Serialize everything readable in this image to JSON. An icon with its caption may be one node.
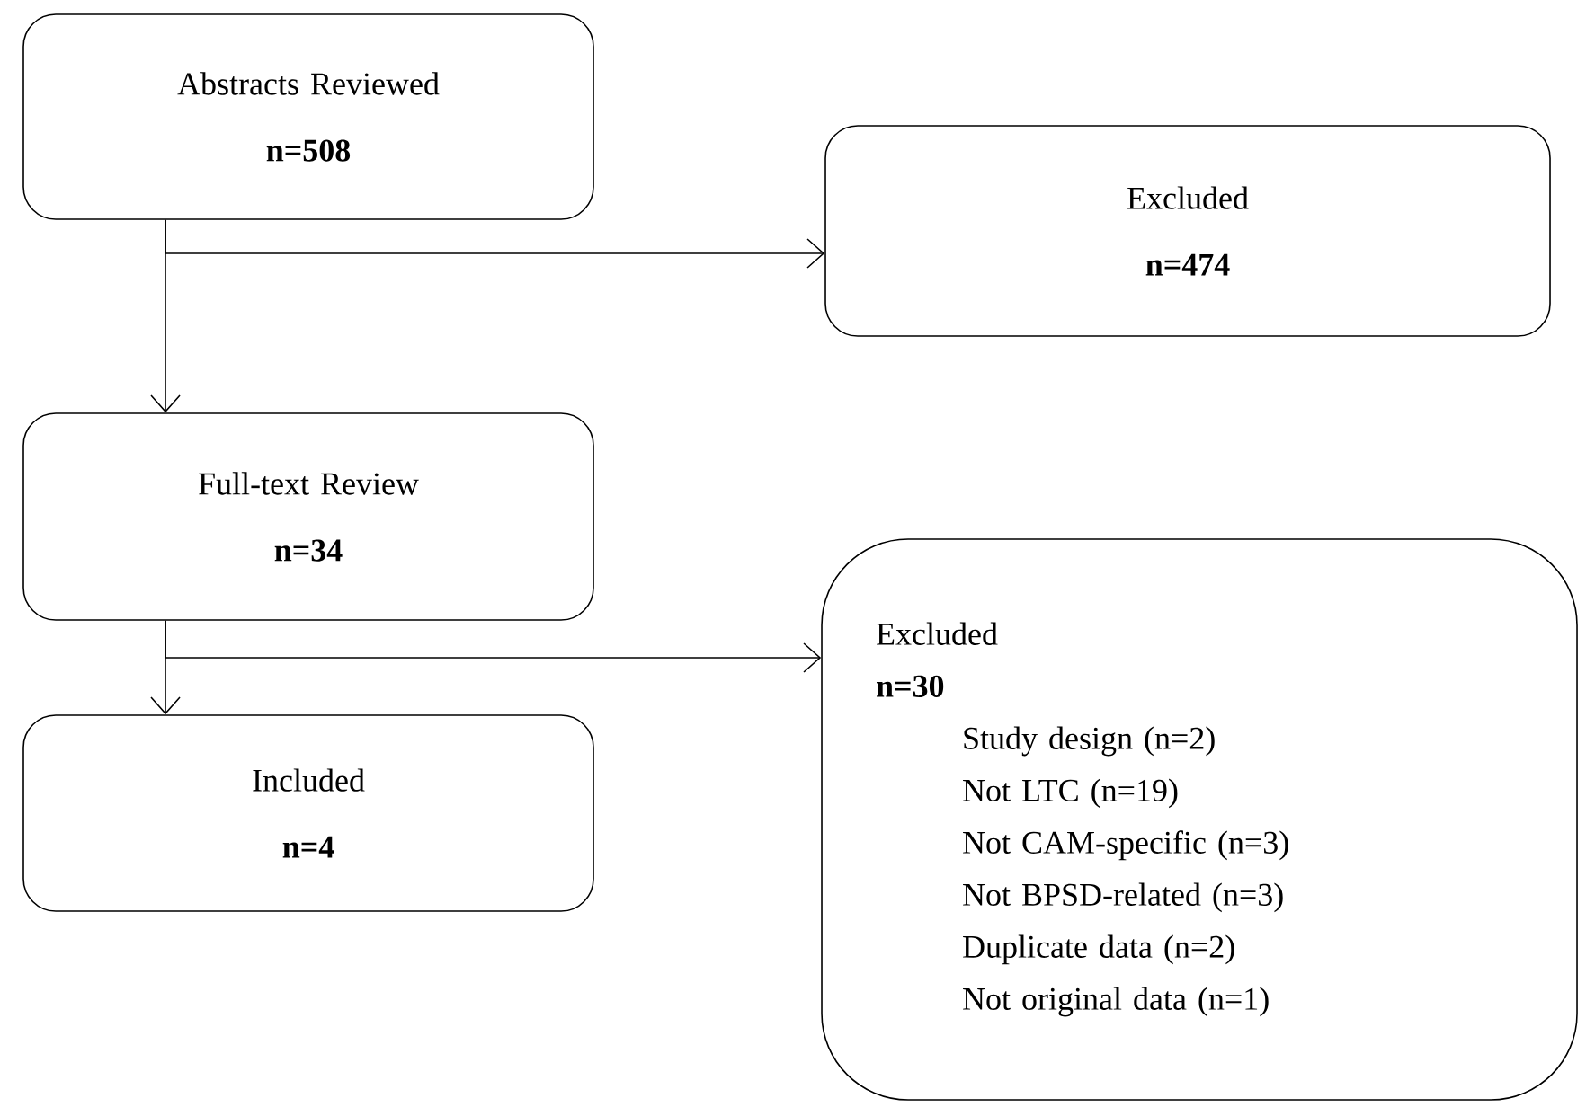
{
  "diagram": {
    "nodes": [
      {
        "text": [
          "Abstracts Reviewed",
          "n=508"
        ]
      },
      {
        "text": [
          "Excluded",
          "n=474"
        ]
      },
      {
        "text": [
          "Full-text Review",
          "n=34"
        ]
      },
      {
        "text": [
          "Included",
          "n=4"
        ]
      },
      {
        "text": [
          "Excluded",
          "n=30",
          "Study design (n=2)",
          "Not LTC (n=19)",
          "Not CAM-specific (n=3)",
          "Not BPSD-related (n=3)",
          "Duplicate data (n=2)",
          "Not original data (n=1)"
        ]
      }
    ],
    "edges": [
      {
        "from": 0,
        "to": 2,
        "arrow": "to"
      },
      {
        "from": 0,
        "to": 1,
        "arrow": "to"
      },
      {
        "from": 2,
        "to": 3,
        "arrow": "to"
      },
      {
        "from": 2,
        "to": 4,
        "arrow": "to"
      }
    ]
  }
}
